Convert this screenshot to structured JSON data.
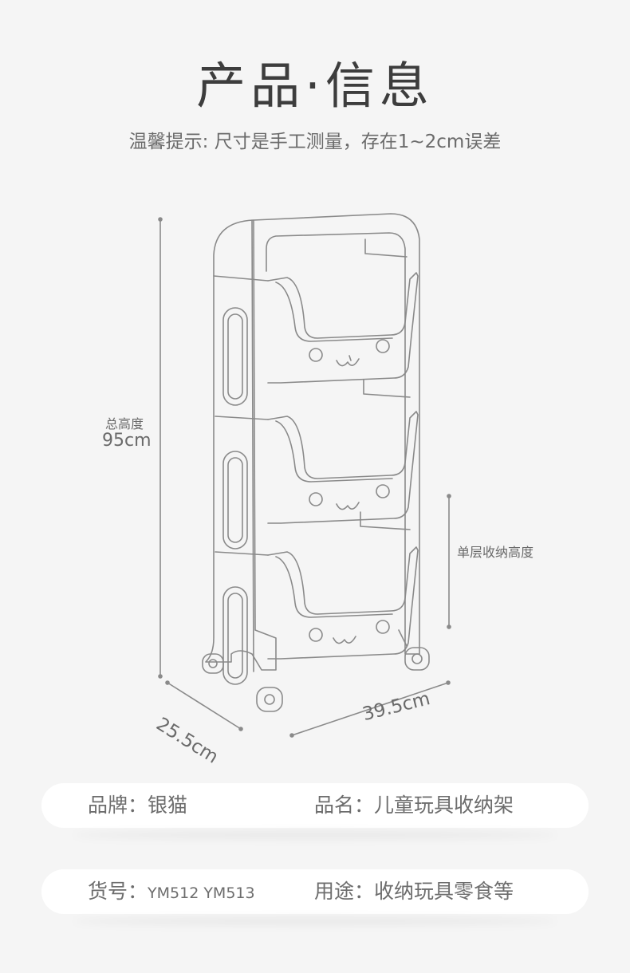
{
  "header": {
    "title": "产品·信息",
    "note": "温馨提示:  尺寸是手工测量，存在1~2cm误差"
  },
  "dimensions": {
    "total_height_caption": "总高度",
    "total_height_value": "95cm",
    "layer_height_caption": "单层收纳高度",
    "depth_value": "25.5cm",
    "width_value": "39.5cm"
  },
  "specs": {
    "brand_label": "品牌：",
    "brand_value": "银猫",
    "name_label": "品名：",
    "name_value": "儿童玩具收纳架",
    "code_label": "货号：",
    "code_value": "YM512 YM513",
    "use_label": "用途：",
    "use_value": "收纳玩具零食等"
  },
  "colors": {
    "background": "#f5f5f5",
    "line": "#8a8a8a",
    "bar": "#ffffff"
  },
  "icons": [
    "storage-rack-drawing"
  ]
}
